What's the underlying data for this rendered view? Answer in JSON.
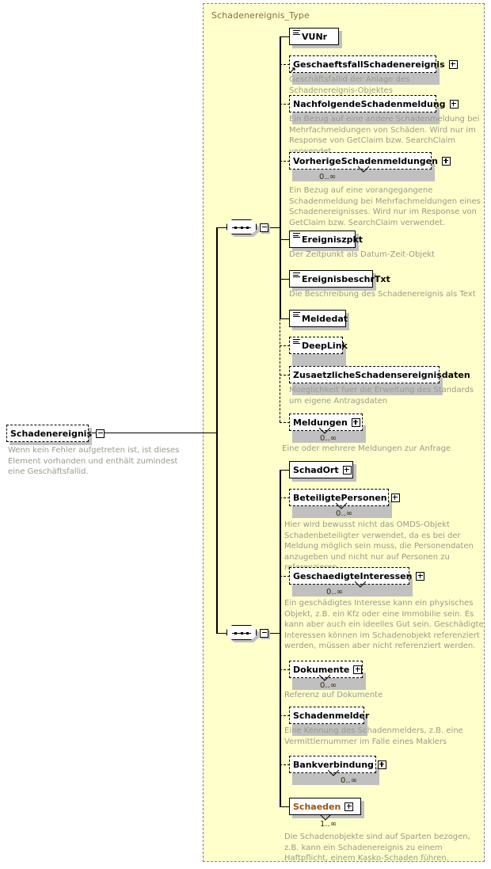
{
  "diagram": {
    "kind": "xsd-schema-diagram",
    "type_container_title": "Schadenereignis_Type",
    "root": {
      "label": "Schadenereignis",
      "control": "minus",
      "optional": true,
      "documentation": "Wenn kein Fehler aufgetreten ist, ist dieses Element vorhanden und enthält zumindest eine Geschäftsfallid."
    },
    "compositors": [
      {
        "name": "sequence-1",
        "symbol": "sequence-dots",
        "control": "minus"
      },
      {
        "name": "sequence-2",
        "symbol": "sequence-dots",
        "control": "minus"
      }
    ],
    "groups": [
      {
        "name": "group-1",
        "elements": [
          {
            "label": "VUNr",
            "optional": false,
            "has_plus": false,
            "has_element_icon": true,
            "occurrence": "",
            "documentation": ""
          },
          {
            "label": "GeschaeftsfallSchadenereignis",
            "optional": true,
            "has_plus": true,
            "has_element_icon": false,
            "has_ref_hook": true,
            "occurrence": "",
            "documentation": "Geschäftsfallid der Anlage des Schadenereignis-Objektes"
          },
          {
            "label": "NachfolgendeSchadenmeldung",
            "optional": true,
            "has_plus": true,
            "has_element_icon": false,
            "occurrence": "",
            "documentation": "Ein Bezug auf eine andere Schadenmeldung bei Mehrfachmeldungen von Schäden. Wird nur im Response von GetClaim bzw. SearchClaim verwendet."
          },
          {
            "label": "VorherigeSchadenmeldungen",
            "optional": true,
            "has_plus": true,
            "has_element_icon": false,
            "occurrence": "0..∞",
            "documentation": "Ein Bezug auf eine vorangegangene Schadenmeldung bei Mehrfachmeldungen eines Schadenereignisses. Wird nur im Response von GetClaim bzw. SearchClaim verwendet."
          },
          {
            "label": "Ereigniszpkt",
            "optional": false,
            "has_plus": false,
            "has_element_icon": true,
            "occurrence": "",
            "documentation": "Der Zeitpunkt als Datum-Zeit-Objekt"
          },
          {
            "label": "EreignisbeschrTxt",
            "optional": false,
            "has_plus": false,
            "has_element_icon": true,
            "occurrence": "",
            "documentation": "Die Beschreibung des Schadenereignis als Text"
          },
          {
            "label": "Meldedat",
            "optional": false,
            "has_plus": false,
            "has_element_icon": true,
            "occurrence": "",
            "documentation": ""
          },
          {
            "label": "DeepLink",
            "optional": true,
            "has_plus": false,
            "has_element_icon": true,
            "occurrence": "",
            "documentation": ""
          },
          {
            "label": "ZusaetzlicheSchadensereignisdaten",
            "optional": true,
            "has_plus": false,
            "has_element_icon": false,
            "occurrence": "",
            "documentation": "Moeglichkeit fuer die Erweitung des Standards um eigene Antragsdaten"
          },
          {
            "label": "Meldungen",
            "optional": true,
            "has_plus": true,
            "has_element_icon": false,
            "occurrence": "0..∞",
            "documentation": "Eine oder mehrere Meldungen zur Anfrage"
          }
        ]
      },
      {
        "name": "group-2",
        "elements": [
          {
            "label": "SchadOrt",
            "optional": false,
            "has_plus": true,
            "has_element_icon": false,
            "occurrence": "",
            "documentation": ""
          },
          {
            "label": "BeteiligtePersonen",
            "optional": true,
            "has_plus": true,
            "has_element_icon": false,
            "occurrence": "0..∞",
            "documentation": "Hier wird bewusst nicht das OMDS-Objekt Schadenbeteiligter verwendet, da es bei der Meldung möglich sein muss, die Personendaten anzugeben und nicht nur auf Personen zu referenzieren."
          },
          {
            "label": "GeschaedigteInteressen",
            "optional": true,
            "has_plus": true,
            "has_element_icon": false,
            "occurrence": "0..∞",
            "documentation": "Ein geschädigtes Interesse kann ein physisches Objekt, z.B. ein Kfz oder eine Immobilie sein. Es kann aber auch ein ideelles Gut sein. Geschädigte Interessen können im Schadenobjekt referenziert werden, müssen aber nicht referenziert werden."
          },
          {
            "label": "Dokumente",
            "optional": true,
            "has_plus": true,
            "has_element_icon": false,
            "occurrence": "0..∞",
            "documentation": "Referenz auf Dokumente"
          },
          {
            "label": "Schadenmelder",
            "optional": true,
            "has_plus": false,
            "has_element_icon": false,
            "occurrence": "",
            "documentation": "Eine Kennung des Schadenmelders, z.B. eine Vermittlernummer im Falle eines Maklers"
          },
          {
            "label": "Bankverbindung",
            "optional": true,
            "has_plus": true,
            "has_element_icon": false,
            "occurrence": "0..∞",
            "documentation": ""
          },
          {
            "label": "Schaeden",
            "optional": false,
            "has_plus": true,
            "has_element_icon": false,
            "is_ref": true,
            "occurrence": "1..∞",
            "documentation": "Die Schadenobjekte sind auf Sparten bezogen, z.B. kann ein Schadenereignis zu einem Haftpflicht, einem Kasko-Schaden führen."
          }
        ]
      }
    ],
    "colors": {
      "container_background": "#ffffcc",
      "container_border": "#808080",
      "title_text": "#8a6d3b",
      "node_background": "#ffffff",
      "node_border": "#000000",
      "label_text": "#000000",
      "ref_label_text": "#99540f",
      "documentation_text": "#9a9a8a",
      "occurrence_text": "#3a2b0a",
      "shadow": "#c0c0c0",
      "line": "#000000"
    }
  }
}
